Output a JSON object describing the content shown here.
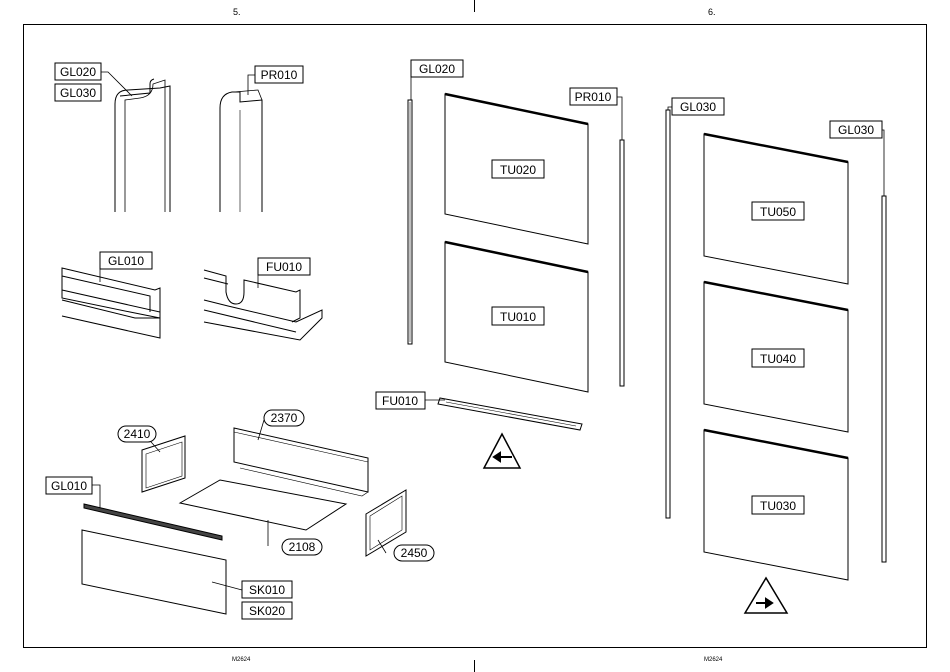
{
  "page_numbers": {
    "left": "5.",
    "right": "6."
  },
  "footer": {
    "left": "M2624",
    "right": "M2624"
  },
  "labels": {
    "gl020_a": "GL020",
    "gl030_a": "GL030",
    "pr010_a": "PR010",
    "gl010_a": "GL010",
    "fu010_a": "FU010",
    "p2410": "2410",
    "p2370": "2370",
    "gl010_b": "GL010",
    "p2108": "2108",
    "p2450": "2450",
    "sk010": "SK010",
    "sk020": "SK020",
    "gl020_b": "GL020",
    "pr010_b": "PR010",
    "tu020": "TU020",
    "tu010": "TU010",
    "fu010_b": "FU010",
    "gl030_b": "GL030",
    "gl030_c": "GL030",
    "tu050": "TU050",
    "tu040": "TU040",
    "tu030": "TU030"
  },
  "icons": [
    "arrow-left-warning-icon",
    "arrow-right-warning-icon"
  ]
}
